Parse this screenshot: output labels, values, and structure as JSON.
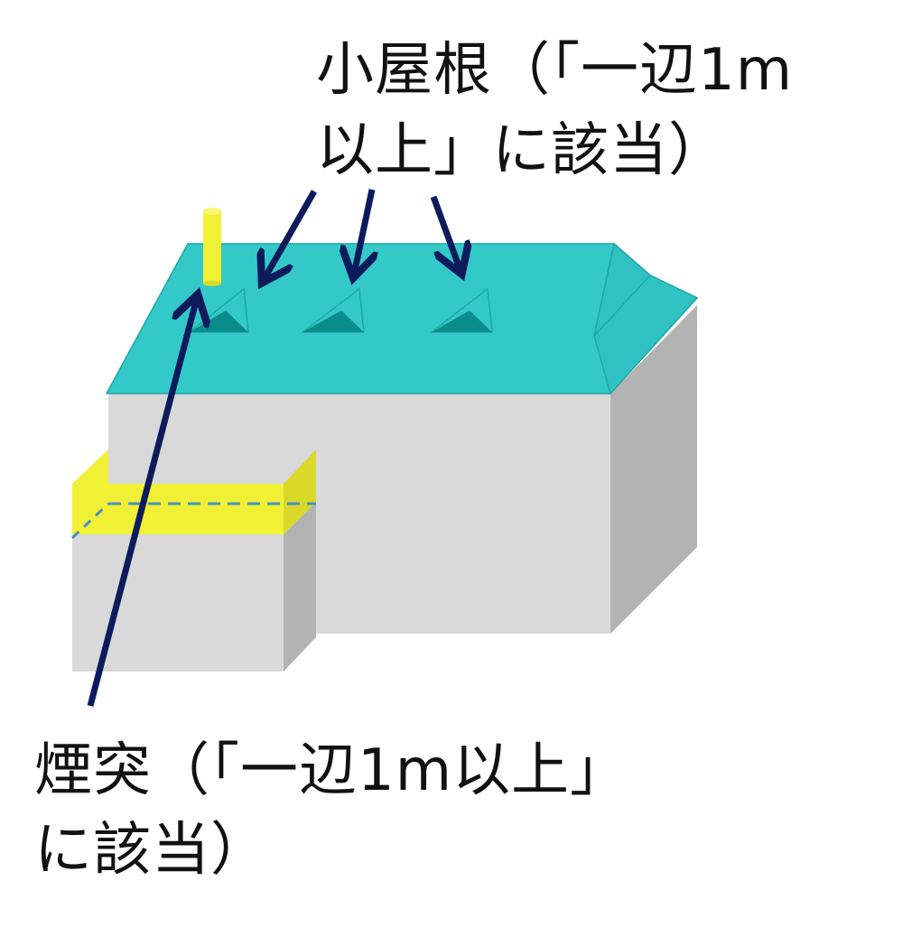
{
  "labels": {
    "dormer_line1": "小屋根（「一辺1m",
    "dormer_line2": "以上」に該当）",
    "chimney_line1": "煙突（「一辺1m以上」",
    "chimney_line2": "に該当）"
  },
  "colors": {
    "roof": "#33C9C9",
    "roof_dark": "#1FA8A8",
    "dormer_shadow": "#0B8C8C",
    "wall_front": "#D9D9D9",
    "wall_side": "#B3B3B3",
    "highlight": "#F0F035",
    "highlight_side": "#D9D92A",
    "dashed": "#4A90C0",
    "arrow": "#0D1B5C"
  }
}
